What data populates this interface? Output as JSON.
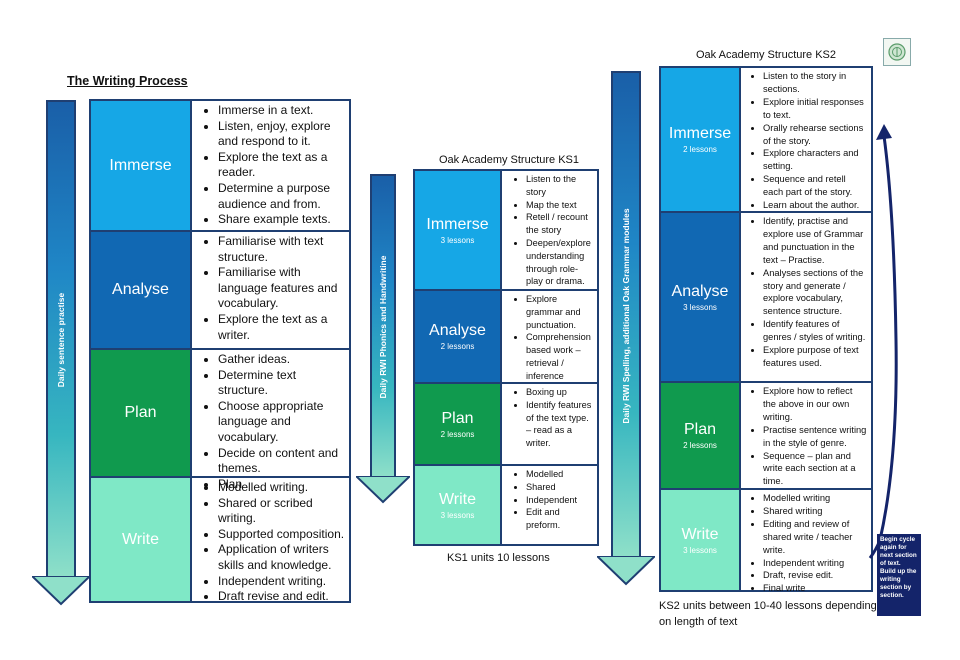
{
  "main_title": "The Writing Process",
  "writing_process": {
    "arrow_label": "Daily sentence practise",
    "stages": [
      {
        "name": "Immerse",
        "bullets": [
          "Immerse in a text.",
          "Listen, enjoy, explore and respond to it.",
          "Explore the text as a reader.",
          "Determine a purpose audience and from.",
          "Share example texts."
        ]
      },
      {
        "name": "Analyse",
        "bullets": [
          "Familiarise with text structure.",
          "Familiarise with language features and vocabulary.",
          "Explore the text as a writer."
        ]
      },
      {
        "name": "Plan",
        "bullets": [
          "Gather ideas.",
          "Determine text structure.",
          "Choose appropriate language and vocabulary.",
          "Decide on content and themes.",
          "Plan"
        ]
      },
      {
        "name": "Write",
        "bullets": [
          "Modelled writing.",
          "Shared or scribed writing.",
          "Supported composition.",
          "Application of writers skills and knowledge.",
          "Independent writing.",
          "Draft revise and edit."
        ]
      }
    ]
  },
  "ks1": {
    "title": "Oak Academy Structure KS1",
    "arrow_label": "Daily RWI Phonics and Handwritine",
    "caption": "KS1 units 10 lessons",
    "stages": [
      {
        "name": "Immerse",
        "lessons": "3 lessons",
        "bullets": [
          "Listen to the story",
          "Map the text",
          "Retell / recount the story",
          "Deepen/explore understanding through role-play or drama."
        ]
      },
      {
        "name": "Analyse",
        "lessons": "2 lessons",
        "bullets": [
          "Explore grammar and punctuation.",
          "Comprehension based work – retrieval / inference"
        ]
      },
      {
        "name": "Plan",
        "lessons": "2 lessons",
        "bullets": [
          "Boxing up",
          "Identify features of the text type. – read as a writer."
        ]
      },
      {
        "name": "Write",
        "lessons": "3 lessons",
        "bullets": [
          "Modelled",
          "Shared",
          "Independent",
          "Edit and preform."
        ]
      }
    ]
  },
  "ks2": {
    "title": "Oak Academy Structure KS2",
    "arrow_label": "Daily RWI Spelling, additional Oak Grammar modules",
    "caption": "KS2 units between 10-40 lessons depending on length of text",
    "note": "Begin cycle again for next section of text. Build up the writing section by section.",
    "stages": [
      {
        "name": "Immerse",
        "lessons": "2 lessons",
        "bullets": [
          "Listen to the story in sections.",
          "Explore initial responses to text.",
          "Orally rehearse sections of the story.",
          "Explore characters and setting.",
          "Sequence and retell each part of the story.",
          "Learn about the author."
        ]
      },
      {
        "name": "Analyse",
        "lessons": "3 lessons",
        "bullets": [
          "Identify, practise and explore use of Grammar and punctuation in the text – Practise.",
          "Analyses sections of the story and generate / explore vocabulary, sentence structure.",
          "Identify features of genres / styles of writing.",
          "Explore purpose of text features used."
        ]
      },
      {
        "name": "Plan",
        "lessons": "2 lessons",
        "bullets": [
          "Explore how to reflect the above in our own writing.",
          "Practise sentence writing in the style of genre.",
          "Sequence – plan and write each section at a time."
        ]
      },
      {
        "name": "Write",
        "lessons": "3 lessons",
        "bullets": [
          "Modelled writing",
          "Shared writing",
          "Editing and review of shared write / teacher write.",
          "Independent writing",
          "Draft, revise edit.",
          "Final write"
        ]
      }
    ]
  },
  "colors": {
    "immerse": "#16a7e6",
    "analyse": "#1168b3",
    "plan": "#109a4e",
    "write": "#7fe8c6",
    "border": "#1f3f72",
    "note_bg": "#14246a"
  },
  "icons": {
    "school_logo": "school-logo-icon"
  }
}
